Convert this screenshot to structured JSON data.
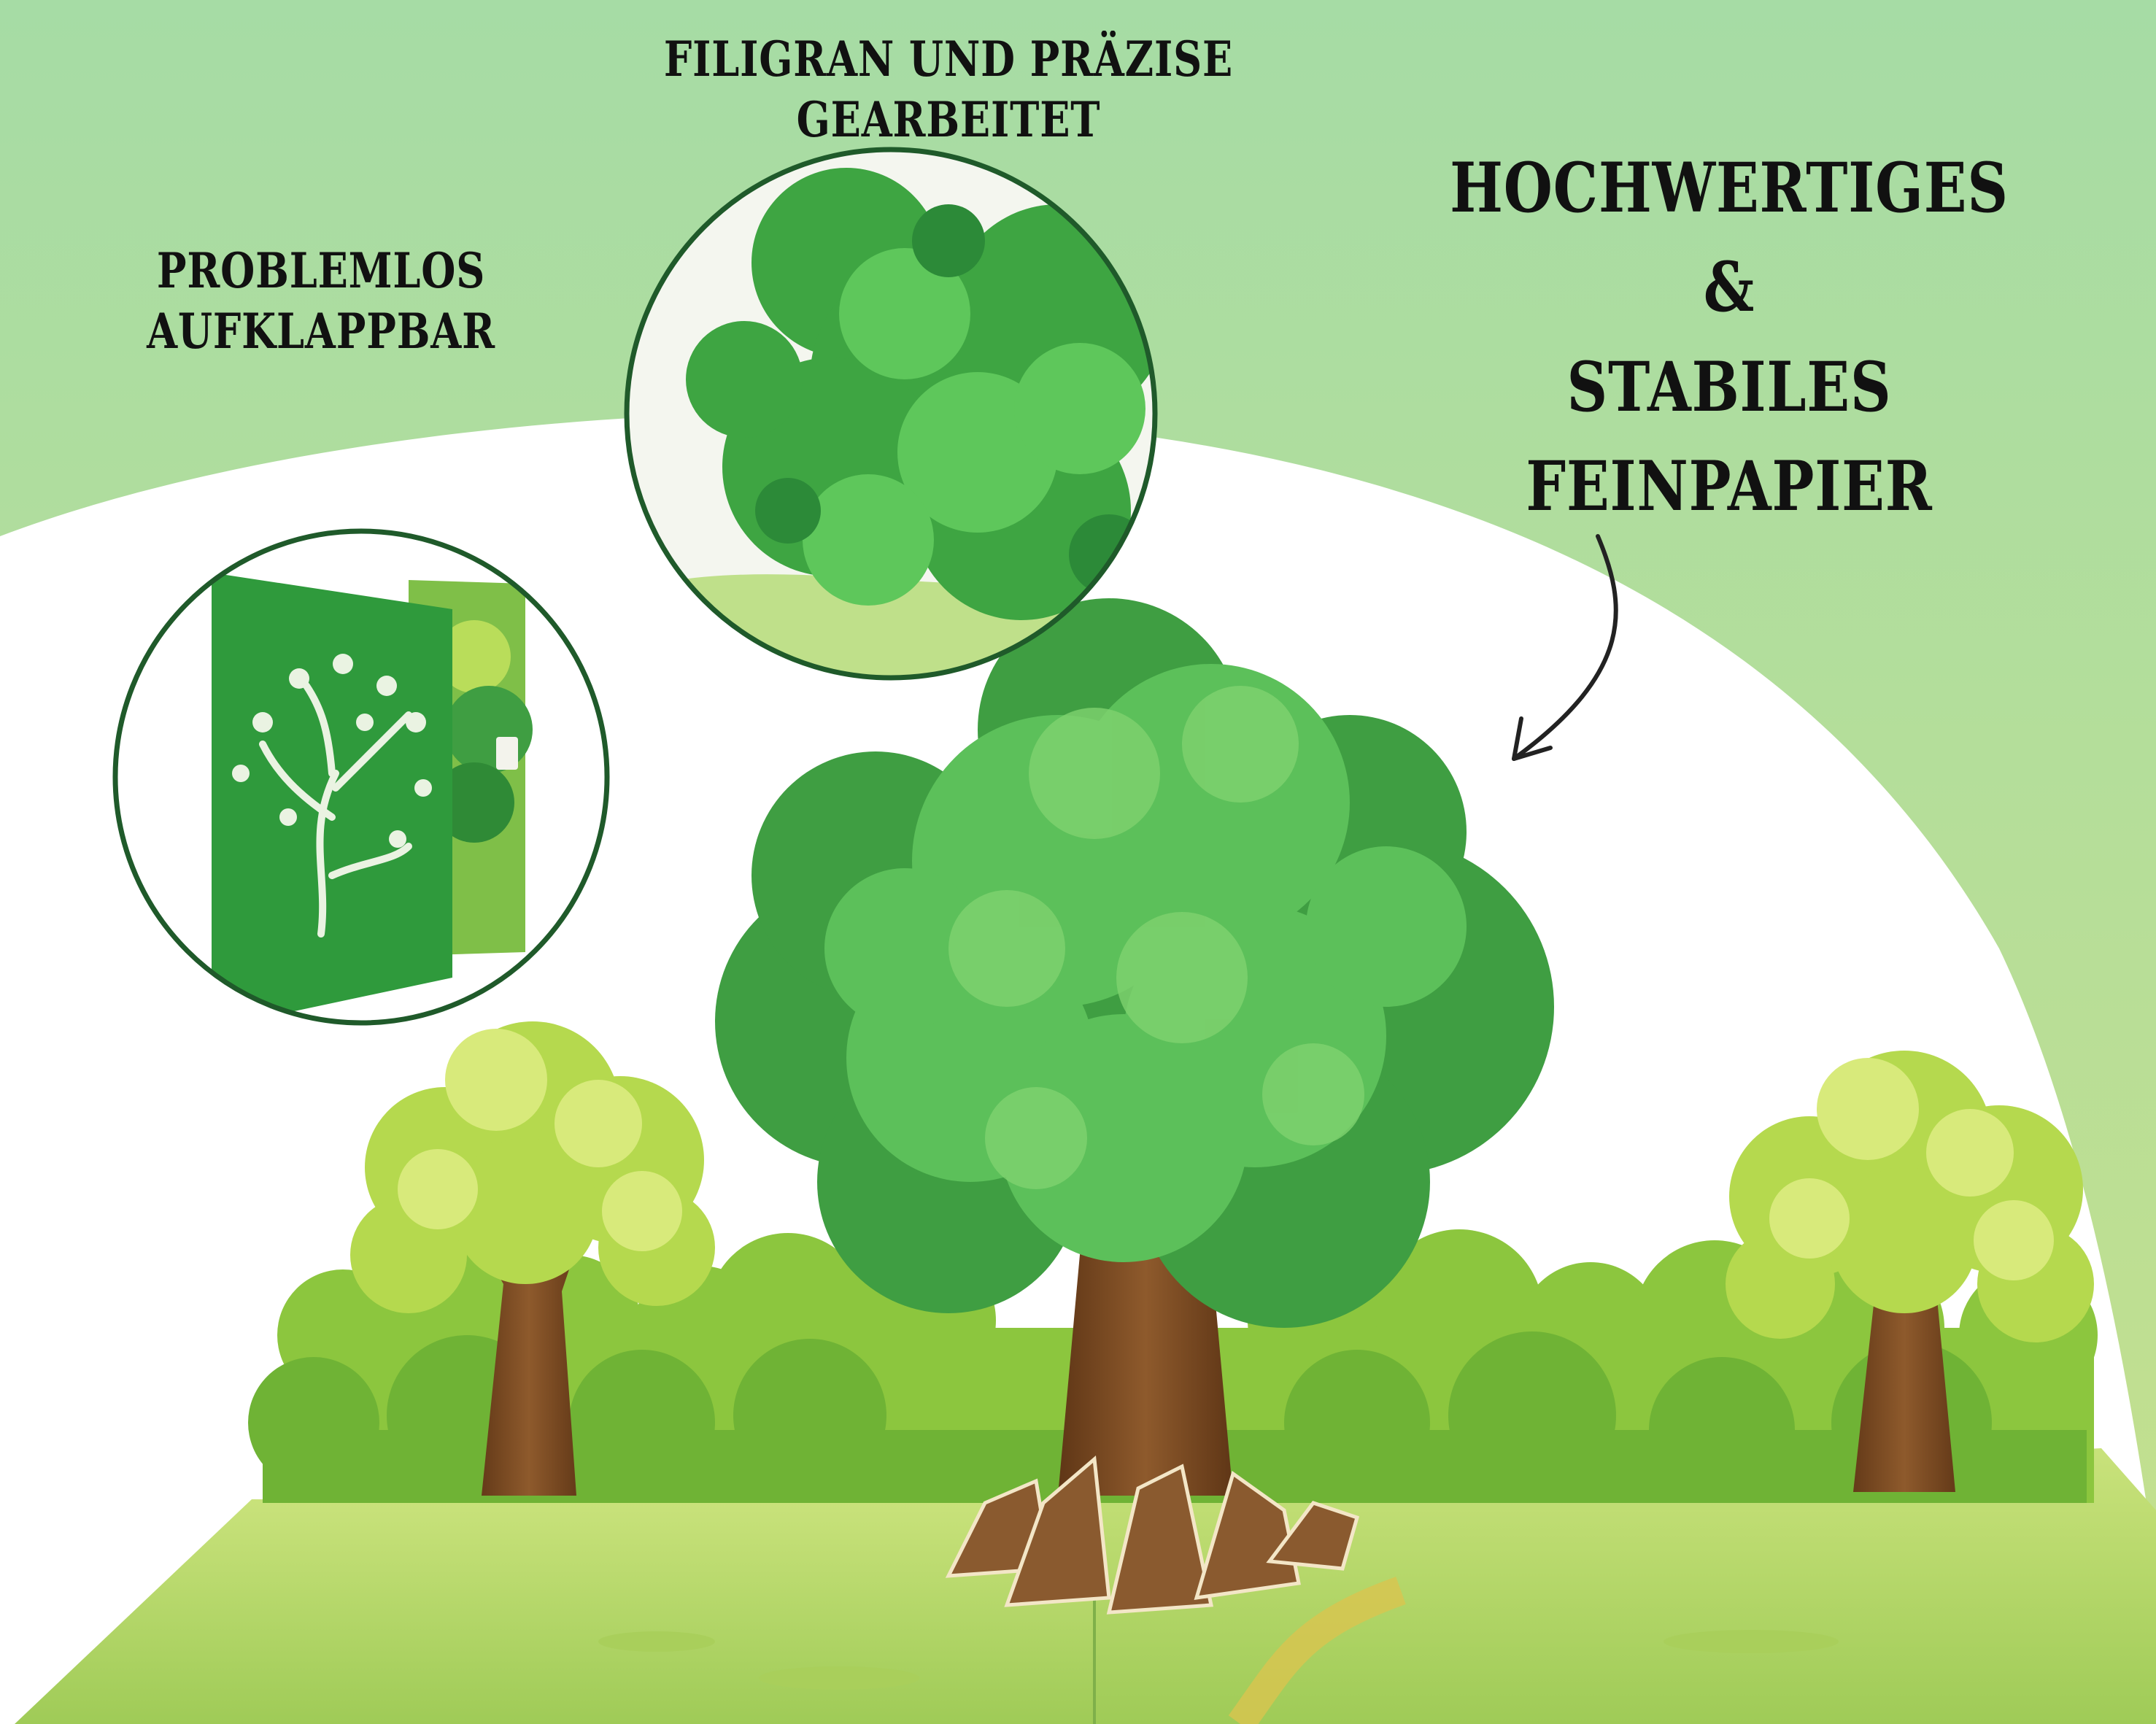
{
  "captions": {
    "detail_line1": "FILIGRAN UND PRÄZISE",
    "detail_line2": "GEARBEITET",
    "open_line1": "PROBLEMLOS",
    "open_line2": "AUFKLAPPBAR",
    "paper_line1": "HOCHWERTIGES",
    "paper_line2": "&",
    "paper_line3": "STABILES FEINPAPIER"
  },
  "colors": {
    "background_green_top": "#a7dca4",
    "background_green_bottom": "#c2df8e",
    "card_green": "#2f9a3c",
    "circle_border": "#1f5a2a",
    "leaf_green": "#49b54c",
    "leaf_light": "#c9e36a",
    "trunk_brown": "#7b4a24",
    "meadow_green": "#b8d86a"
  }
}
